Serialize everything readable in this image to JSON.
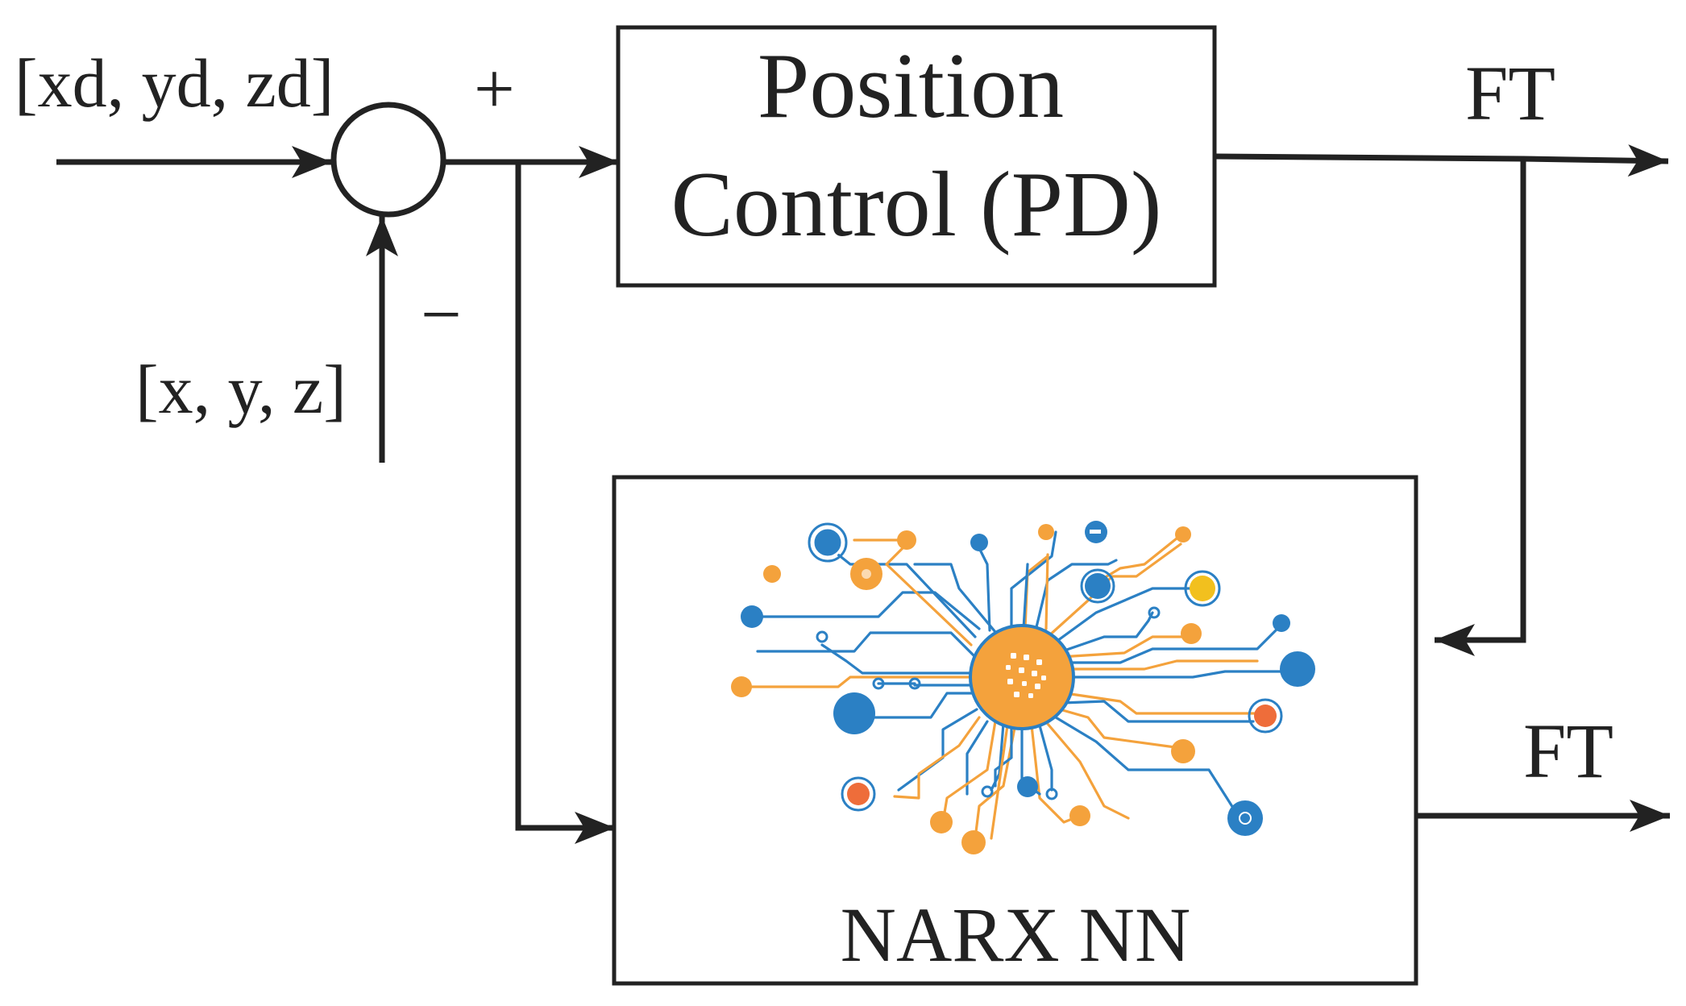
{
  "inputs": {
    "desired_position": "[xd, yd, zd]",
    "measured_position": "[x, y, z]"
  },
  "summing_junction": {
    "plus": "+",
    "minus": "−"
  },
  "blocks": {
    "position_control": {
      "line1": "Position",
      "line2": "Control (PD)"
    },
    "narx": {
      "label": "NARX NN",
      "icon": "neural-network-icon"
    }
  },
  "outputs": {
    "pd_output": "FT",
    "narx_output": "FT"
  },
  "colors": {
    "line": "#222222",
    "orange": "#f4a23c",
    "blue": "#2b80c4",
    "yellow": "#f2c01e",
    "red_orange": "#ee6d3a"
  }
}
